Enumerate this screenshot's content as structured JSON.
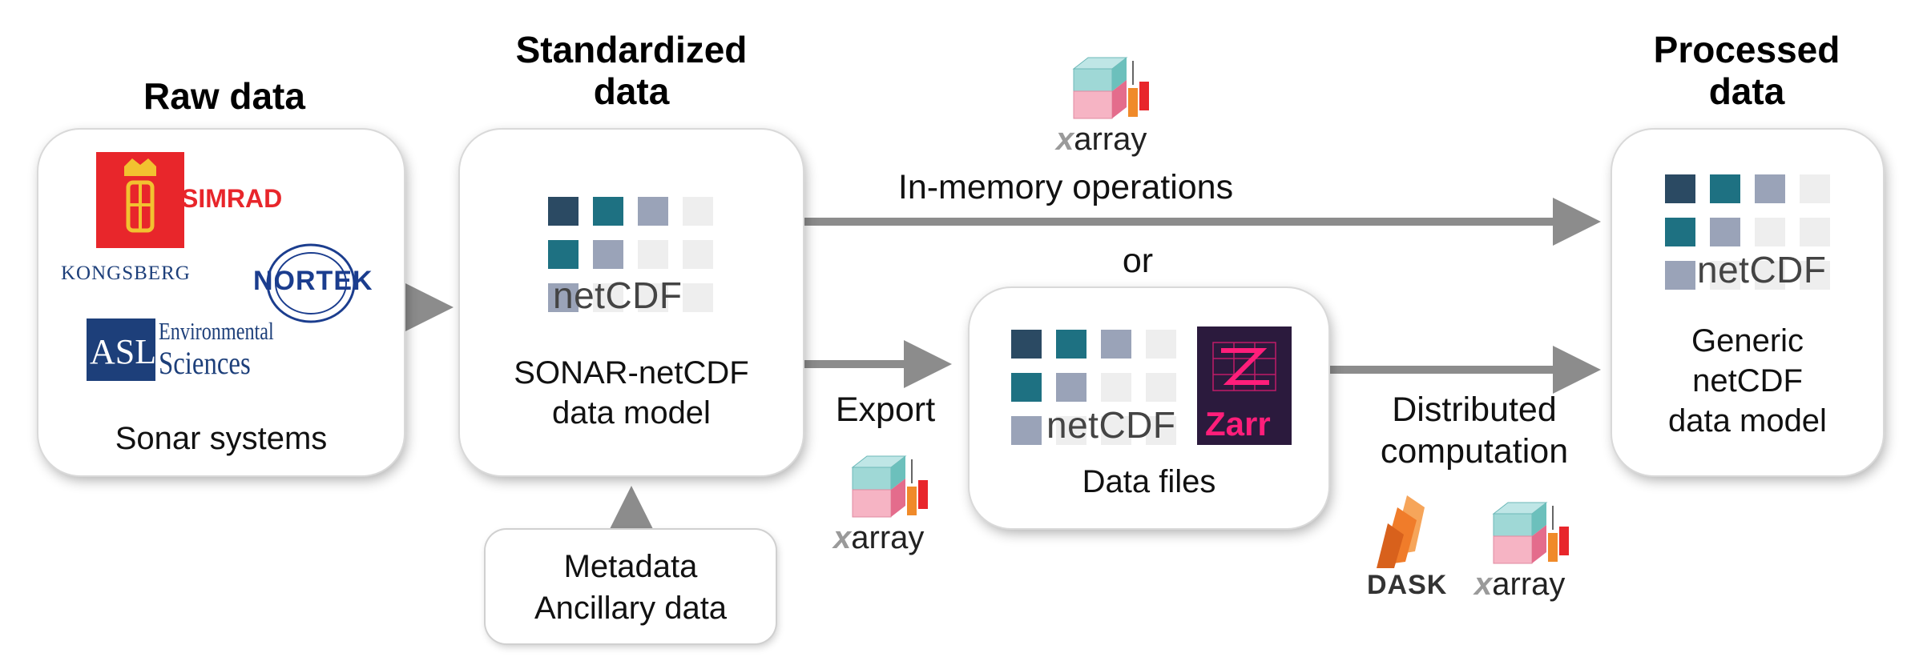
{
  "headings": {
    "raw": "Raw data",
    "standardized": "Standardized data",
    "processed": "Processed data"
  },
  "raw_box": {
    "logos": {
      "simrad": "SIMRAD",
      "kongsberg": "KONGSBERG",
      "nortek": "NORTEK",
      "asl_abbrev": "ASL",
      "asl_line1": "Environmental",
      "asl_line2": "Sciences"
    },
    "caption": "Sonar systems"
  },
  "standardized_box": {
    "netcdf_label": "netCDF",
    "caption_line1": "SONAR-netCDF",
    "caption_line2": "data model"
  },
  "metadata_box": {
    "line1": "Metadata",
    "line2": "Ancillary data"
  },
  "data_files_box": {
    "netcdf_label": "netCDF",
    "zarr_label": "Zarr",
    "caption": "Data files"
  },
  "processed_box": {
    "netcdf_label": "netCDF",
    "caption_line1": "Generic",
    "caption_line2": "netCDF",
    "caption_line3": "data model"
  },
  "labels": {
    "in_memory": "In-memory operations",
    "or": "or",
    "export": "Export",
    "distributed_line1": "Distributed",
    "distributed_line2": "computation"
  },
  "xarray": {
    "x": "x",
    "rest": "array"
  },
  "dask": "DASK",
  "colors": {
    "arrow": "#8c8c8c",
    "netcdf_dark": "#2b4a63",
    "netcdf_teal": "#1e7182",
    "netcdf_gray": "#9aa3b8",
    "netcdf_light": "#eeeeee",
    "simrad_red": "#e8262b",
    "kongsberg_blue": "#1d3f7a",
    "nortek_blue": "#1b3d8e",
    "zarr_bg": "#2b1a3d",
    "zarr_pink": "#ff1e7a",
    "dask_orange": "#f07c2a"
  }
}
